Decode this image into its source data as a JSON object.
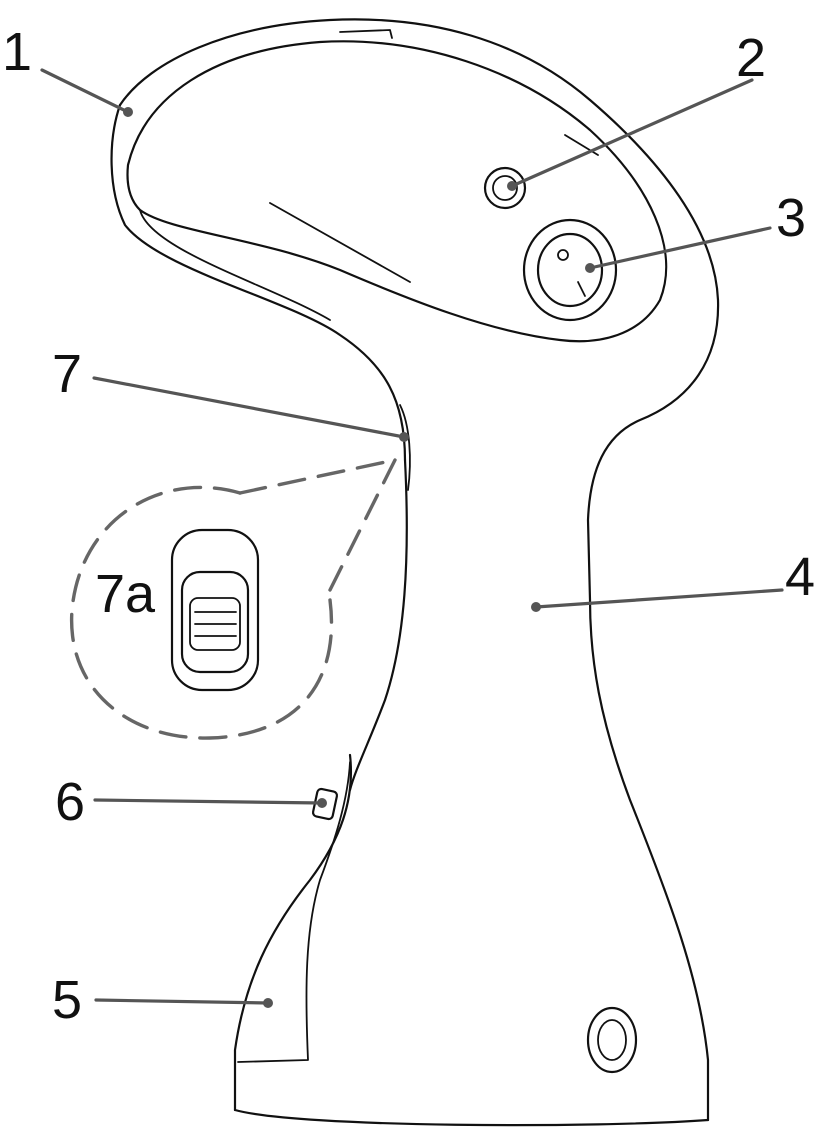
{
  "callouts": [
    {
      "id": "1",
      "text": "1"
    },
    {
      "id": "2",
      "text": "2"
    },
    {
      "id": "3",
      "text": "3"
    },
    {
      "id": "4",
      "text": "4"
    },
    {
      "id": "5",
      "text": "5"
    },
    {
      "id": "6",
      "text": "6"
    },
    {
      "id": "7",
      "text": "7"
    },
    {
      "id": "7a",
      "text": "7a"
    }
  ]
}
